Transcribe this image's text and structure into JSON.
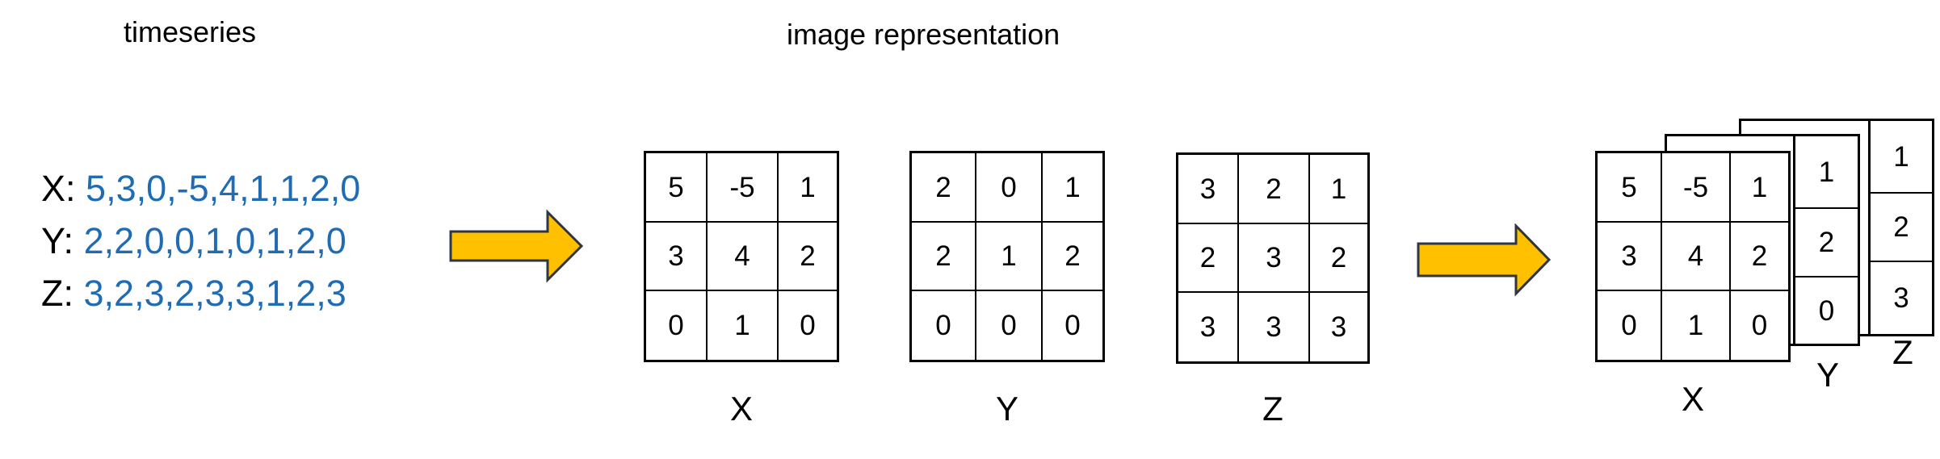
{
  "headings": {
    "timeseries": "timeseries",
    "image_representation": "image representation"
  },
  "series": [
    {
      "name": "X:",
      "values": "5,3,0,-5,4,1,1,2,0"
    },
    {
      "name": "Y:",
      "values": "2,2,0,0,1,0,1,2,0"
    },
    {
      "name": "Z:",
      "values": "3,2,3,2,3,3,1,2,3"
    }
  ],
  "matrices": {
    "x": {
      "label": "X",
      "cells": [
        "5",
        "-5",
        "1",
        "3",
        "4",
        "2",
        "0",
        "1",
        "0"
      ]
    },
    "y": {
      "label": "Y",
      "cells": [
        "2",
        "0",
        "1",
        "2",
        "1",
        "2",
        "0",
        "0",
        "0"
      ]
    },
    "z": {
      "label": "Z",
      "cells": [
        "3",
        "2",
        "1",
        "2",
        "3",
        "2",
        "3",
        "3",
        "3"
      ]
    }
  },
  "stack": {
    "front": {
      "label": "X",
      "cells": [
        "5",
        "-5",
        "1",
        "3",
        "4",
        "2",
        "0",
        "1",
        "0"
      ]
    },
    "middle": {
      "label": "Y",
      "cells": [
        "1",
        "2",
        "0"
      ]
    },
    "back": {
      "label": "Z",
      "cells": [
        "1",
        "2",
        "3"
      ]
    }
  },
  "colors": {
    "arrow_fill": "#ffc000",
    "arrow_stroke": "#2f3640",
    "series_values": "#1f6cb5"
  }
}
